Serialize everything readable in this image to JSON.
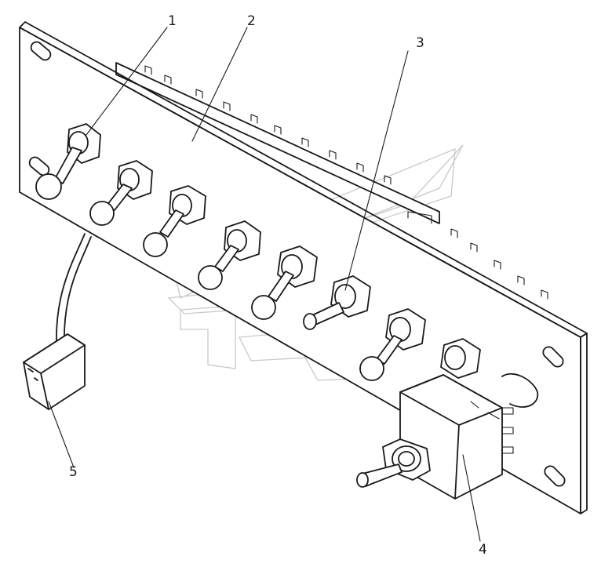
{
  "diagram": {
    "callouts": [
      {
        "id": "callout-1",
        "text": "1"
      },
      {
        "id": "callout-2",
        "text": "2"
      },
      {
        "id": "callout-3",
        "text": "3"
      },
      {
        "id": "callout-4",
        "text": "4"
      },
      {
        "id": "callout-5",
        "text": "5"
      }
    ],
    "colors": {
      "line": "#1a1a1a",
      "background": "#ffffff",
      "watermark": "#c9c9c9"
    }
  }
}
